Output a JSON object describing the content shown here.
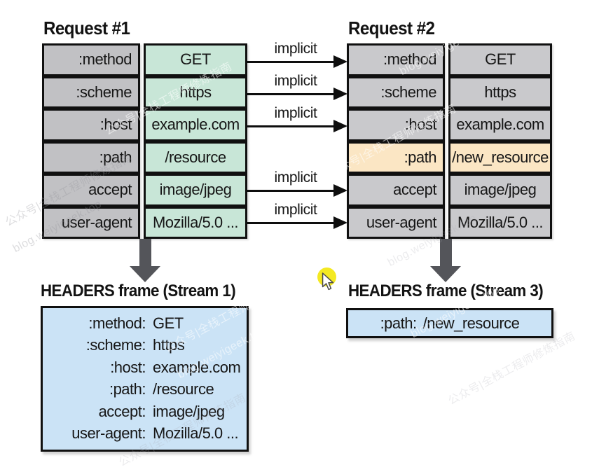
{
  "table1": {
    "title": "Request #1",
    "rows": [
      {
        "key": ":method",
        "value": "GET"
      },
      {
        "key": ":scheme",
        "value": "https"
      },
      {
        "key": ":host",
        "value": "example.com"
      },
      {
        "key": ":path",
        "value": "/resource"
      },
      {
        "key": "accept",
        "value": "image/jpeg"
      },
      {
        "key": "user-agent",
        "value": "Mozilla/5.0 ..."
      }
    ]
  },
  "table2": {
    "title": "Request #2",
    "rows": [
      {
        "key": ":method",
        "value": "GET"
      },
      {
        "key": ":scheme",
        "value": "https"
      },
      {
        "key": ":host",
        "value": "example.com"
      },
      {
        "key": ":path",
        "value": "/new_resource"
      },
      {
        "key": "accept",
        "value": "image/jpeg"
      },
      {
        "key": "user-agent",
        "value": "Mozilla/5.0 ..."
      }
    ],
    "highlighted_row": ":path"
  },
  "arrows": {
    "label": "implicit",
    "count": 5
  },
  "frame1": {
    "title": "HEADERS frame (Stream 1)",
    "lines": [
      {
        "key": ":method:",
        "value": "GET"
      },
      {
        "key": ":scheme:",
        "value": "https"
      },
      {
        "key": ":host:",
        "value": "example.com"
      },
      {
        "key": ":path:",
        "value": "/resource"
      },
      {
        "key": "accept:",
        "value": "image/jpeg"
      },
      {
        "key": "user-agent:",
        "value": "Mozilla/5.0 ..."
      }
    ]
  },
  "frame3": {
    "title": "HEADERS frame (Stream 3)",
    "lines": [
      {
        "key": ":path:",
        "value": "/new_resource"
      }
    ]
  },
  "watermark": {
    "cn": "公众号|全栈工程师修炼指南",
    "url": "blog.weiyigeek.top"
  },
  "colors": {
    "key_cell_gray": "#c1c1c4",
    "value_cell_green": "#c8e6d7",
    "request2_gray": "#c9c9cc",
    "highlight_peach": "#fbe6c4",
    "frame_blue": "#cbe3f6",
    "down_arrow_gray": "#54555a",
    "cursor_yellow": "#f4e922",
    "border_black": "#101010"
  }
}
